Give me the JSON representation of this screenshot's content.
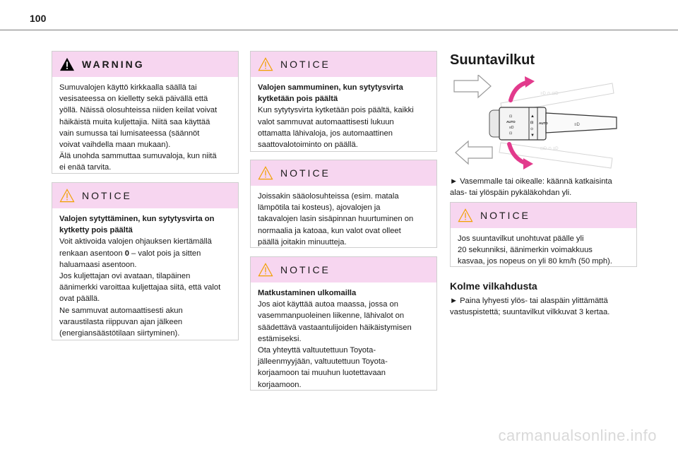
{
  "page_number": "100",
  "col1": {
    "warning": {
      "title": "WARNING",
      "lines": [
        "Sumuvalojen käyttö kirkkaalla säällä tai",
        "vesisateessa on kielletty sekä päivällä että",
        "yöllä. Näissä olosuhteissa niiden keilat voivat",
        "häikäistä muita kuljettajia. Niitä saa käyttää",
        "vain sumussa tai lumisateessa (säännöt",
        "voivat vaihdella maan mukaan).",
        "Älä unohda sammuttaa sumuvaloja, kun niitä",
        "ei enää tarvita."
      ]
    },
    "notice": {
      "title": "NOTICE",
      "heading_lines": [
        "Valojen sytyttäminen, kun sytytysvirta on",
        "kytketty pois päältä"
      ],
      "line1": "Voit aktivoida valojen ohjauksen kiertämällä",
      "line2_before": "renkaan asentoon ",
      "line2_bold": "0",
      "line2_after": " – valot pois ja sitten",
      "lines": [
        "haluamaasi asentoon.",
        "Jos kuljettajan ovi avataan, tilapäinen",
        "äänimerkki varoittaa kuljettajaa siitä, että valot",
        "ovat päällä.",
        "Ne sammuvat automaattisesti akun",
        "varaustilasta riippuvan ajan jälkeen",
        "(energiansäästötilaan siirtyminen)."
      ]
    }
  },
  "col2": {
    "notice1": {
      "title": "NOTICE",
      "heading_lines": [
        "Valojen sammuminen, kun sytytysvirta",
        "kytketään pois päältä"
      ],
      "lines": [
        "Kun sytytysvirta kytketään pois päältä, kaikki",
        "valot sammuvat automaattisesti lukuun",
        "ottamatta lähivaloja, jos automaattinen",
        "saattovalotoiminto on päällä."
      ]
    },
    "notice2": {
      "title": "NOTICE",
      "lines": [
        "Joissakin sääolosuhteissa (esim. matala",
        "lämpötila tai kosteus), ajovalojen ja",
        "takavalojen lasin sisäpinnan huurtuminen on",
        "normaalia ja katoaa, kun valot ovat olleet",
        "päällä joitakin minuutteja."
      ]
    },
    "notice3": {
      "title": "NOTICE",
      "heading_lines": [
        "Matkustaminen ulkomailla"
      ],
      "lines": [
        "Jos aiot käyttää autoa maassa, jossa on",
        "vasemmanpuoleinen liikenne, lähivalot on",
        "säädettävä vastaantulijoiden häikäistymisen",
        "estämiseksi.",
        "Ota yhteyttä valtuutettuun Toyota-",
        "jälleenmyyjään, valtuutettuun Toyota-",
        "korjaamoon tai muuhun luotettavaan",
        "korjaamoon."
      ]
    }
  },
  "col3": {
    "title": "Suuntavilkut",
    "figure": {
      "auto_label_1": "AUTO",
      "auto_label_2": "AUTO"
    },
    "instruction_lines": [
      "► Vasemmalle tai oikealle: käännä katkaisinta",
      "alas- tai ylöspäin pykäläkohdan yli."
    ],
    "notice": {
      "title": "NOTICE",
      "lines": [
        "Jos suuntavilkut unohtuvat päälle yli",
        "20 sekunniksi, äänimerkin voimakkuus",
        "kasvaa, jos nopeus on yli 80 km/h (50 mph)."
      ]
    },
    "subtitle": "Kolme vilkahdusta",
    "sub_lines": [
      "► Paina lyhyesti ylös- tai alaspäin ylittämättä",
      "vastuspistettä; suuntavilkut vilkkuvat 3 kertaa."
    ]
  },
  "footer_watermark": "carmanualsonline.info",
  "colors": {
    "header_bg": "#f7d6f0",
    "warning_icon": "#000000",
    "notice_icon": "#f0a000",
    "arrow_pink": "#e23a8c"
  }
}
